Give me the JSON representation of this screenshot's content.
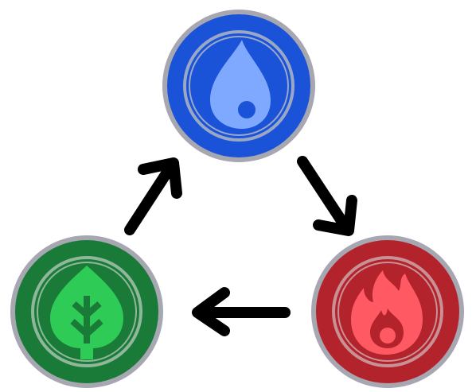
{
  "diagram": {
    "type": "cycle",
    "nodes": [
      {
        "id": "water",
        "icon": "water-drop-icon",
        "color": "#1a52d8",
        "ring_color": "#a7a7b2",
        "inner_ring": "#9aa8c8",
        "glyph_color": "#7fa8ff"
      },
      {
        "id": "fire",
        "icon": "flame-icon",
        "color": "#b3232b",
        "ring_color": "#a7a7b2",
        "inner_ring": "#c99096",
        "glyph_color": "#ff5a63"
      },
      {
        "id": "grass",
        "icon": "leaf-icon",
        "color": "#1a7a38",
        "ring_color": "#a7a7b2",
        "inner_ring": "#8fb79a",
        "glyph_color": "#2ecc57"
      }
    ],
    "edges": [
      {
        "from": "water",
        "to": "fire"
      },
      {
        "from": "fire",
        "to": "grass"
      },
      {
        "from": "grass",
        "to": "water"
      }
    ],
    "arrow_color": "#000000"
  }
}
